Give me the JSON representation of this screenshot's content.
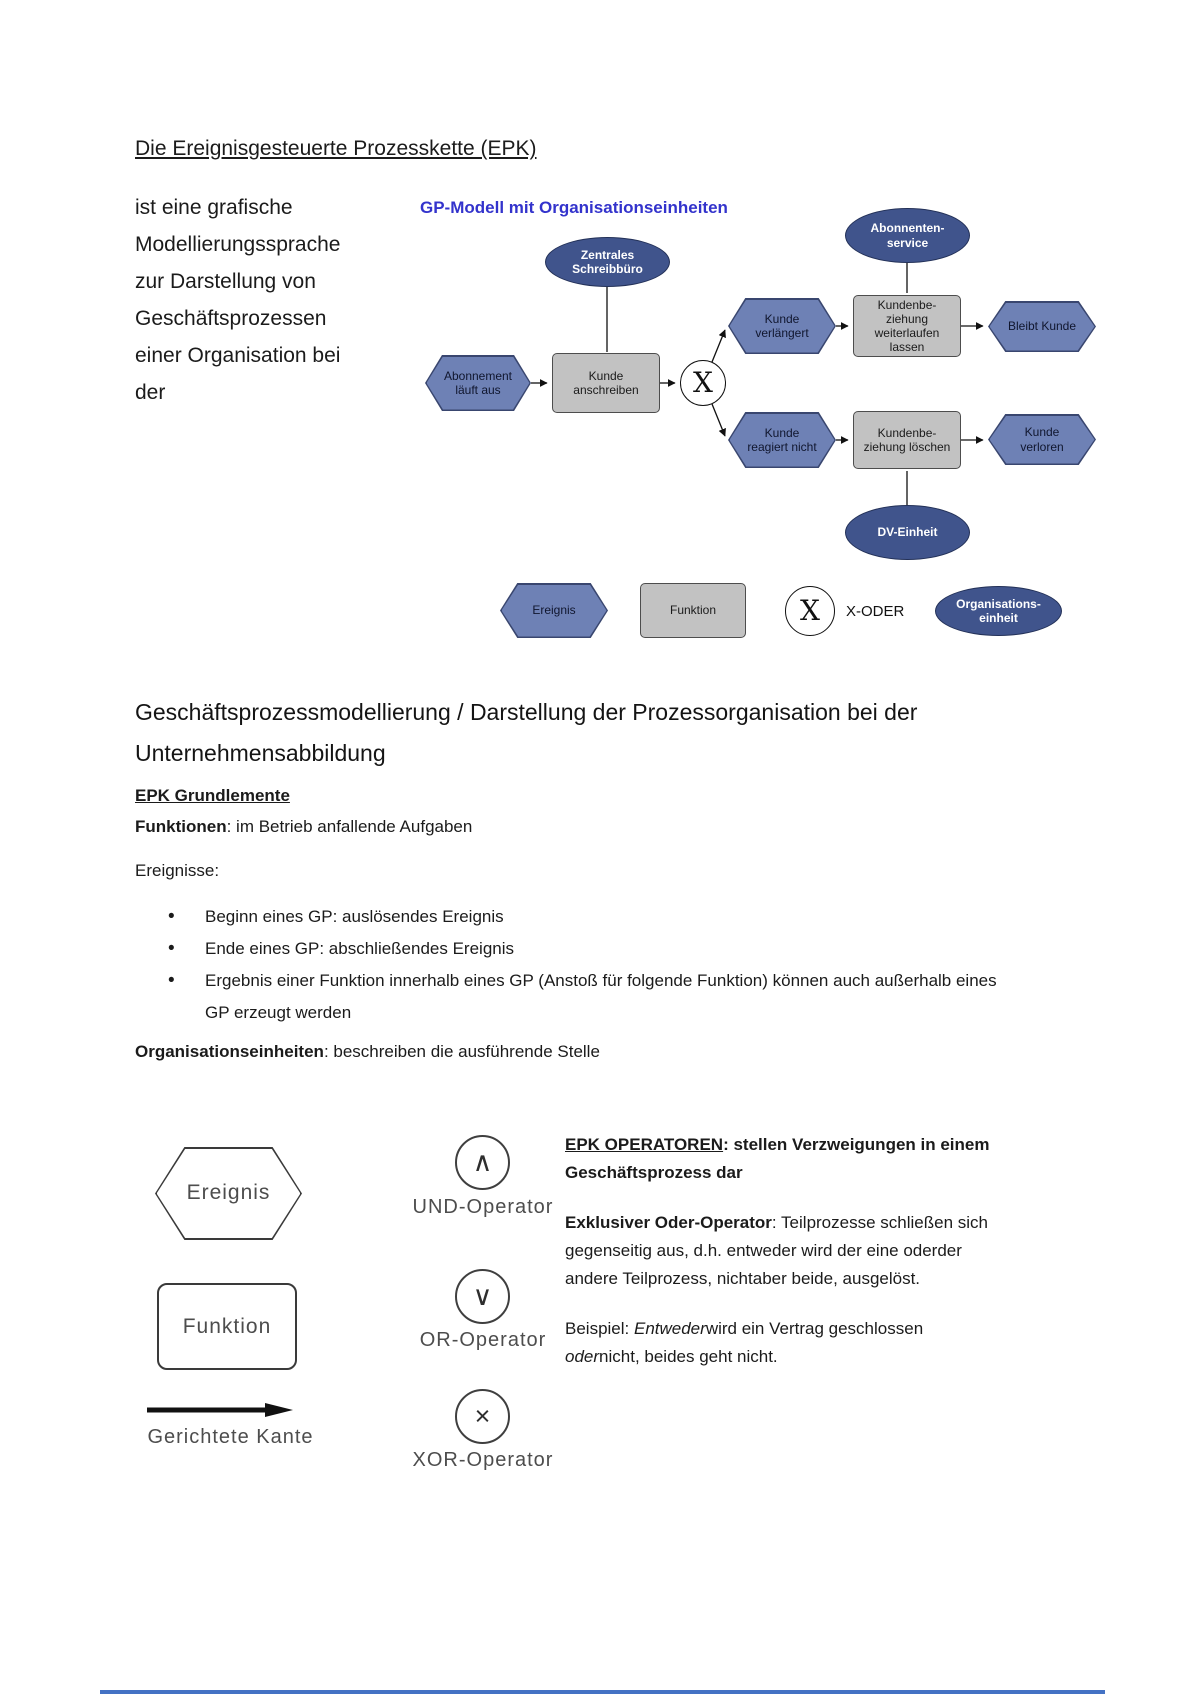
{
  "colors": {
    "hex_fill": "#6e81b5",
    "hex_border": "#39466f",
    "ellipse_fill": "#40548c",
    "ellipse_border": "#233158",
    "rect_fill": "#c2c2c2",
    "rect_border": "#4d4d4d",
    "diagram_title": "#3333cc",
    "sketch": "#4d4d4d",
    "bottom_rule": "#4472c4"
  },
  "doc": {
    "title": "Die Ereignisgesteuerte Prozesskette (EPK)",
    "intro_lines": [
      "ist eine grafische",
      "Modellierungssprache",
      "zur Darstellung von",
      "Geschäftsprozessen",
      "einer Organisation bei",
      "der"
    ],
    "section_heading_lines": [
      "Geschäftsprozessmodellierung / Darstellung der Prozessorganisation bei der",
      "Unternehmensabbildung"
    ]
  },
  "gp_diagram": {
    "title": "GP-Modell mit Organisationseinheiten",
    "org_schreibbuero": "Zentrales Schreibbüro",
    "org_abonnentenservice": "Abonnenten-service",
    "ev_abonnement": "Abonnement läuft aus",
    "fn_anschreiben": "Kunde anschreiben",
    "xor_glyph": "X",
    "ev_verlaengert": "Kunde verlängert",
    "fn_weiterlaufen": "Kundenbe-ziehung weiterlaufen lassen",
    "ev_bleibt": "Bleibt Kunde",
    "ev_reagiert": "Kunde reagiert nicht",
    "fn_loeschen": "Kundenbe-ziehung löschen",
    "ev_verloren": "Kunde verloren",
    "org_dv": "DV-Einheit",
    "legend": {
      "ereignis": "Ereignis",
      "funktion": "Funktion",
      "xoder_glyph": "X",
      "xoder_label": "X-ODER",
      "organisationseinheit": "Organisations-einheit"
    }
  },
  "grundelemente": {
    "heading": "EPK Grundlemente",
    "funktionen_term": "Funktionen",
    "funktionen_rest": ": im Betrieb anfallende Aufgaben",
    "ereignisse_label": "Ereignisse:",
    "bullets": [
      "Beginn eines GP: auslösendes Ereignis",
      "Ende eines GP: abschließendes Ereignis",
      "Ergebnis einer Funktion innerhalb eines GP (Anstoß für folgende Funktion) können auch außerhalb eines GP erzeugt werden"
    ],
    "org_term": "Organisationseinheiten",
    "org_rest": ": beschreiben die ausführende Stelle"
  },
  "epk_elements": {
    "ereignis": "Ereignis",
    "funktion": "Funktion",
    "kante_label": "Gerichtete Kante",
    "und_glyph": "∧",
    "und_label": "UND-Operator",
    "or_glyph": "∨",
    "or_label": "OR-Operator",
    "xor_glyph": "×",
    "xor_label": "XOR-Operator"
  },
  "operatoren_text": {
    "heading_term": "EPK OPERATOREN",
    "heading_rest": ": stellen Verzweigungen in einem Geschäftsprozess dar",
    "exklusiv_term": "Exklusiver Oder-Operator",
    "exklusiv_rest": ": Teilprozesse schließen sich gegenseitig aus, d.h. entweder wird der eine oderder andere Teilprozess, nichtaber beide, ausgelöst.",
    "beispiel_prefix": "Beispiel: ",
    "beispiel_italic1": "Entweder",
    "beispiel_mid": "wird ein Vertrag geschlossen ",
    "beispiel_italic2": "oder",
    "beispiel_suffix": "nicht, beides geht nicht."
  }
}
